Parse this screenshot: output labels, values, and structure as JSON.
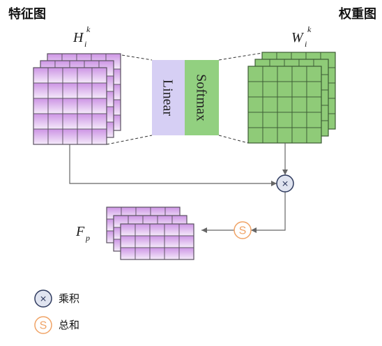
{
  "titles": {
    "feature_map": "特征图",
    "weight_map": "权重图"
  },
  "feature_map_label": {
    "base": "H",
    "sub": "i",
    "sup": "k"
  },
  "weight_map_label": {
    "base": "W",
    "sub": "i",
    "sup": "k"
  },
  "output_label": {
    "base": "F",
    "sub": "p"
  },
  "blocks": {
    "linear": "Linear",
    "softmax": "Softmax"
  },
  "operators": {
    "multiply": {
      "symbol": "×",
      "icon": "multiply-icon"
    },
    "sum": {
      "symbol": "S",
      "icon": "sum-icon"
    }
  },
  "legend": [
    {
      "icon": "multiply-icon",
      "symbol": "×",
      "label": "乘积"
    },
    {
      "icon": "sum-icon",
      "symbol": "S",
      "label": "总和"
    }
  ],
  "colors": {
    "feature_cell_top": "#cd95e5",
    "feature_cell_bottom": "#f5eafa",
    "feature_grid_line": "#5a5060",
    "weight_cell": "#8fcb78",
    "weight_grid_line": "#3b5a33",
    "linear_block": "#d6cff4",
    "softmax_block": "#92d080",
    "multiply_fill": "#e0e4f0",
    "multiply_stroke": "#2f3b5f",
    "sum_fill": "#ffffff",
    "sum_stroke": "#f0a366",
    "connector": "#666666"
  }
}
